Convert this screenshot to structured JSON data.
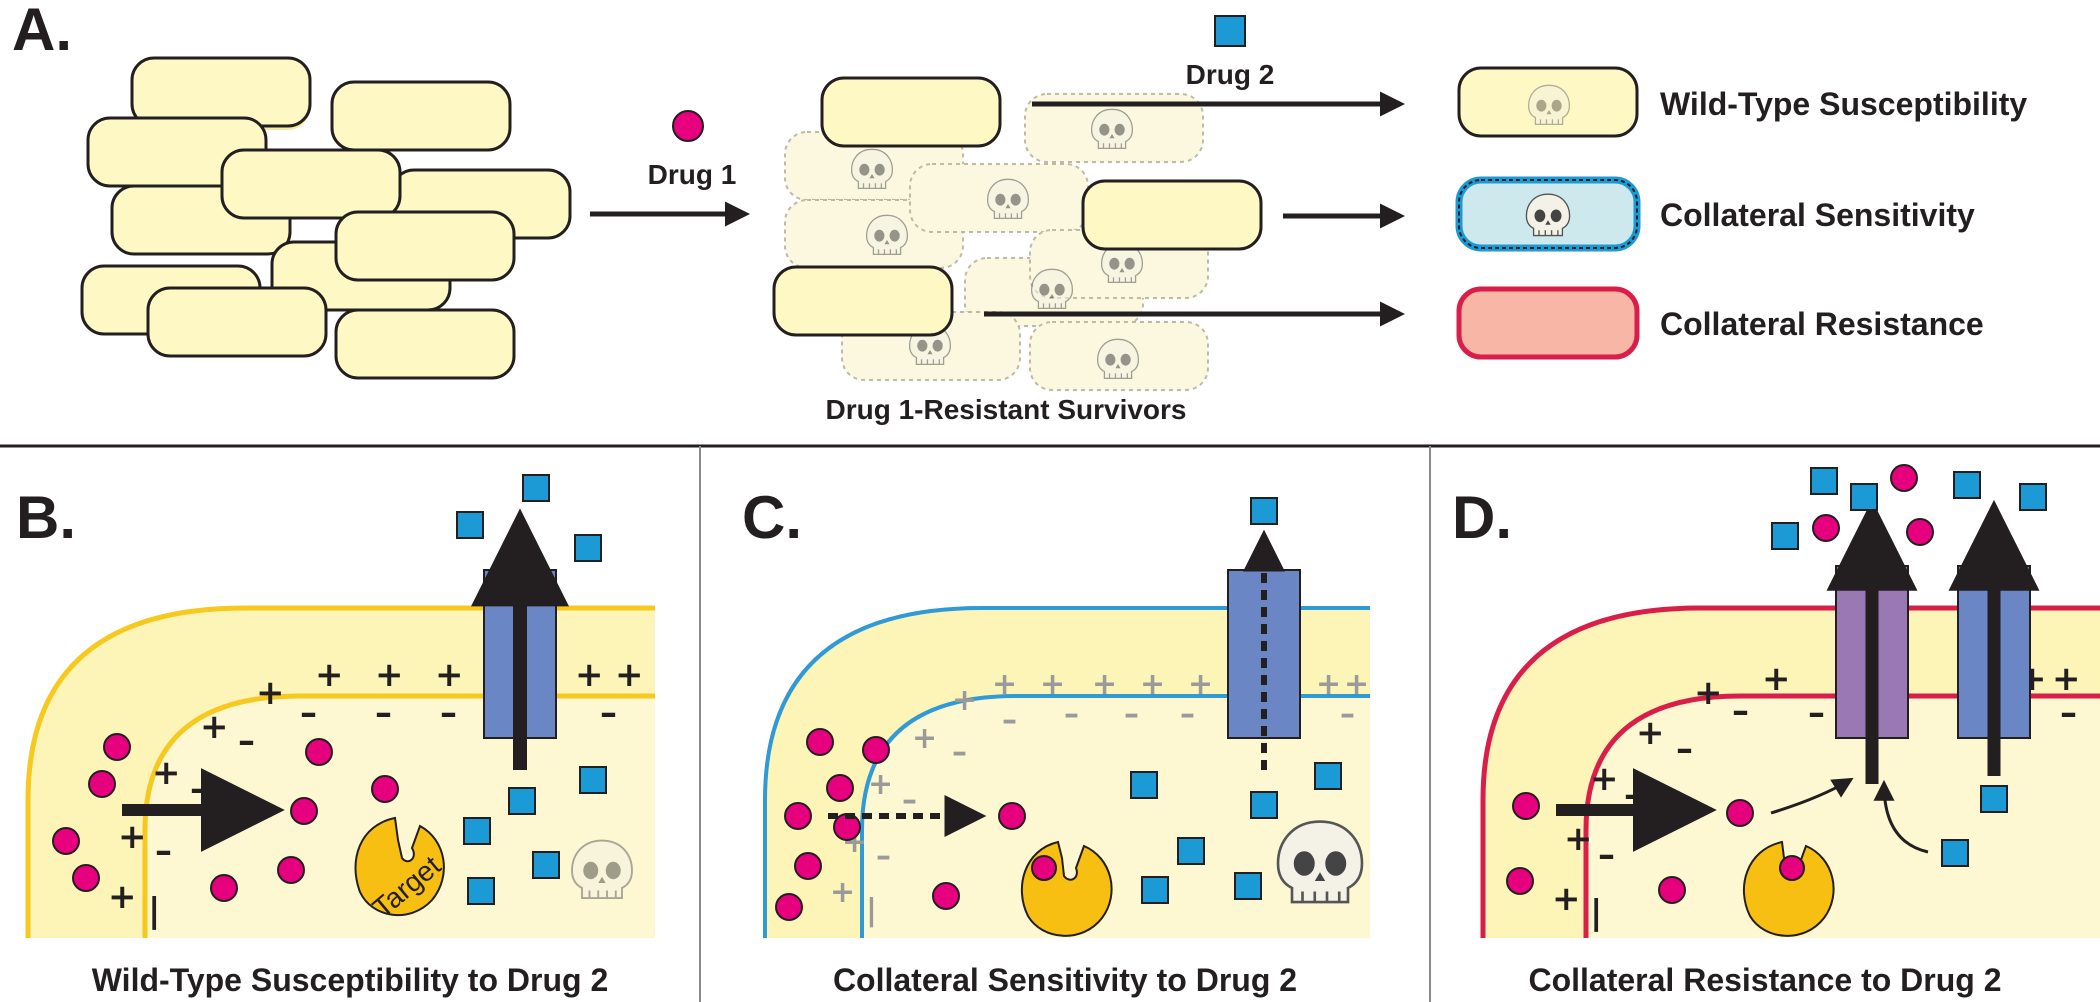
{
  "panel_labels": {
    "a": "A.",
    "b": "B.",
    "c": "C.",
    "d": "D."
  },
  "panel_a": {
    "drug1_label": "Drug 1",
    "drug2_label": "Drug 2",
    "survivors_label": "Drug 1-Resistant Survivors",
    "outcomes": [
      {
        "label": "Wild-Type Susceptibility"
      },
      {
        "label": "Collateral Sensitivity"
      },
      {
        "label": "Collateral Resistance"
      }
    ]
  },
  "panel_b": {
    "caption": "Wild-Type Susceptibility to Drug 2",
    "target_label": "Target"
  },
  "panel_c": {
    "caption": "Collateral Sensitivity to Drug 2"
  },
  "panel_d": {
    "caption": "Collateral Resistance to Drug 2"
  },
  "colors": {
    "cell_fill": "#fdf8c4",
    "cell_stroke": "#231f20",
    "drug1_magenta": "#e6007e",
    "drug2_blue": "#1b9ad6",
    "membrane_yellow": "#f7c81e",
    "membrane_blue": "#2f9ad6",
    "membrane_red": "#d91e4a",
    "pump_blue": "#6b86c4",
    "pump_purple": "#9a78b4",
    "target_orange": "#f6bf11",
    "resistant_fill": "#f7b6a6",
    "sensitive_fill": "#cde9ee"
  },
  "icons": [
    "skull-icon",
    "drug1-circle-icon",
    "drug2-square-icon",
    "arrow-icon",
    "efflux-pump-icon",
    "target-enzyme-icon"
  ]
}
